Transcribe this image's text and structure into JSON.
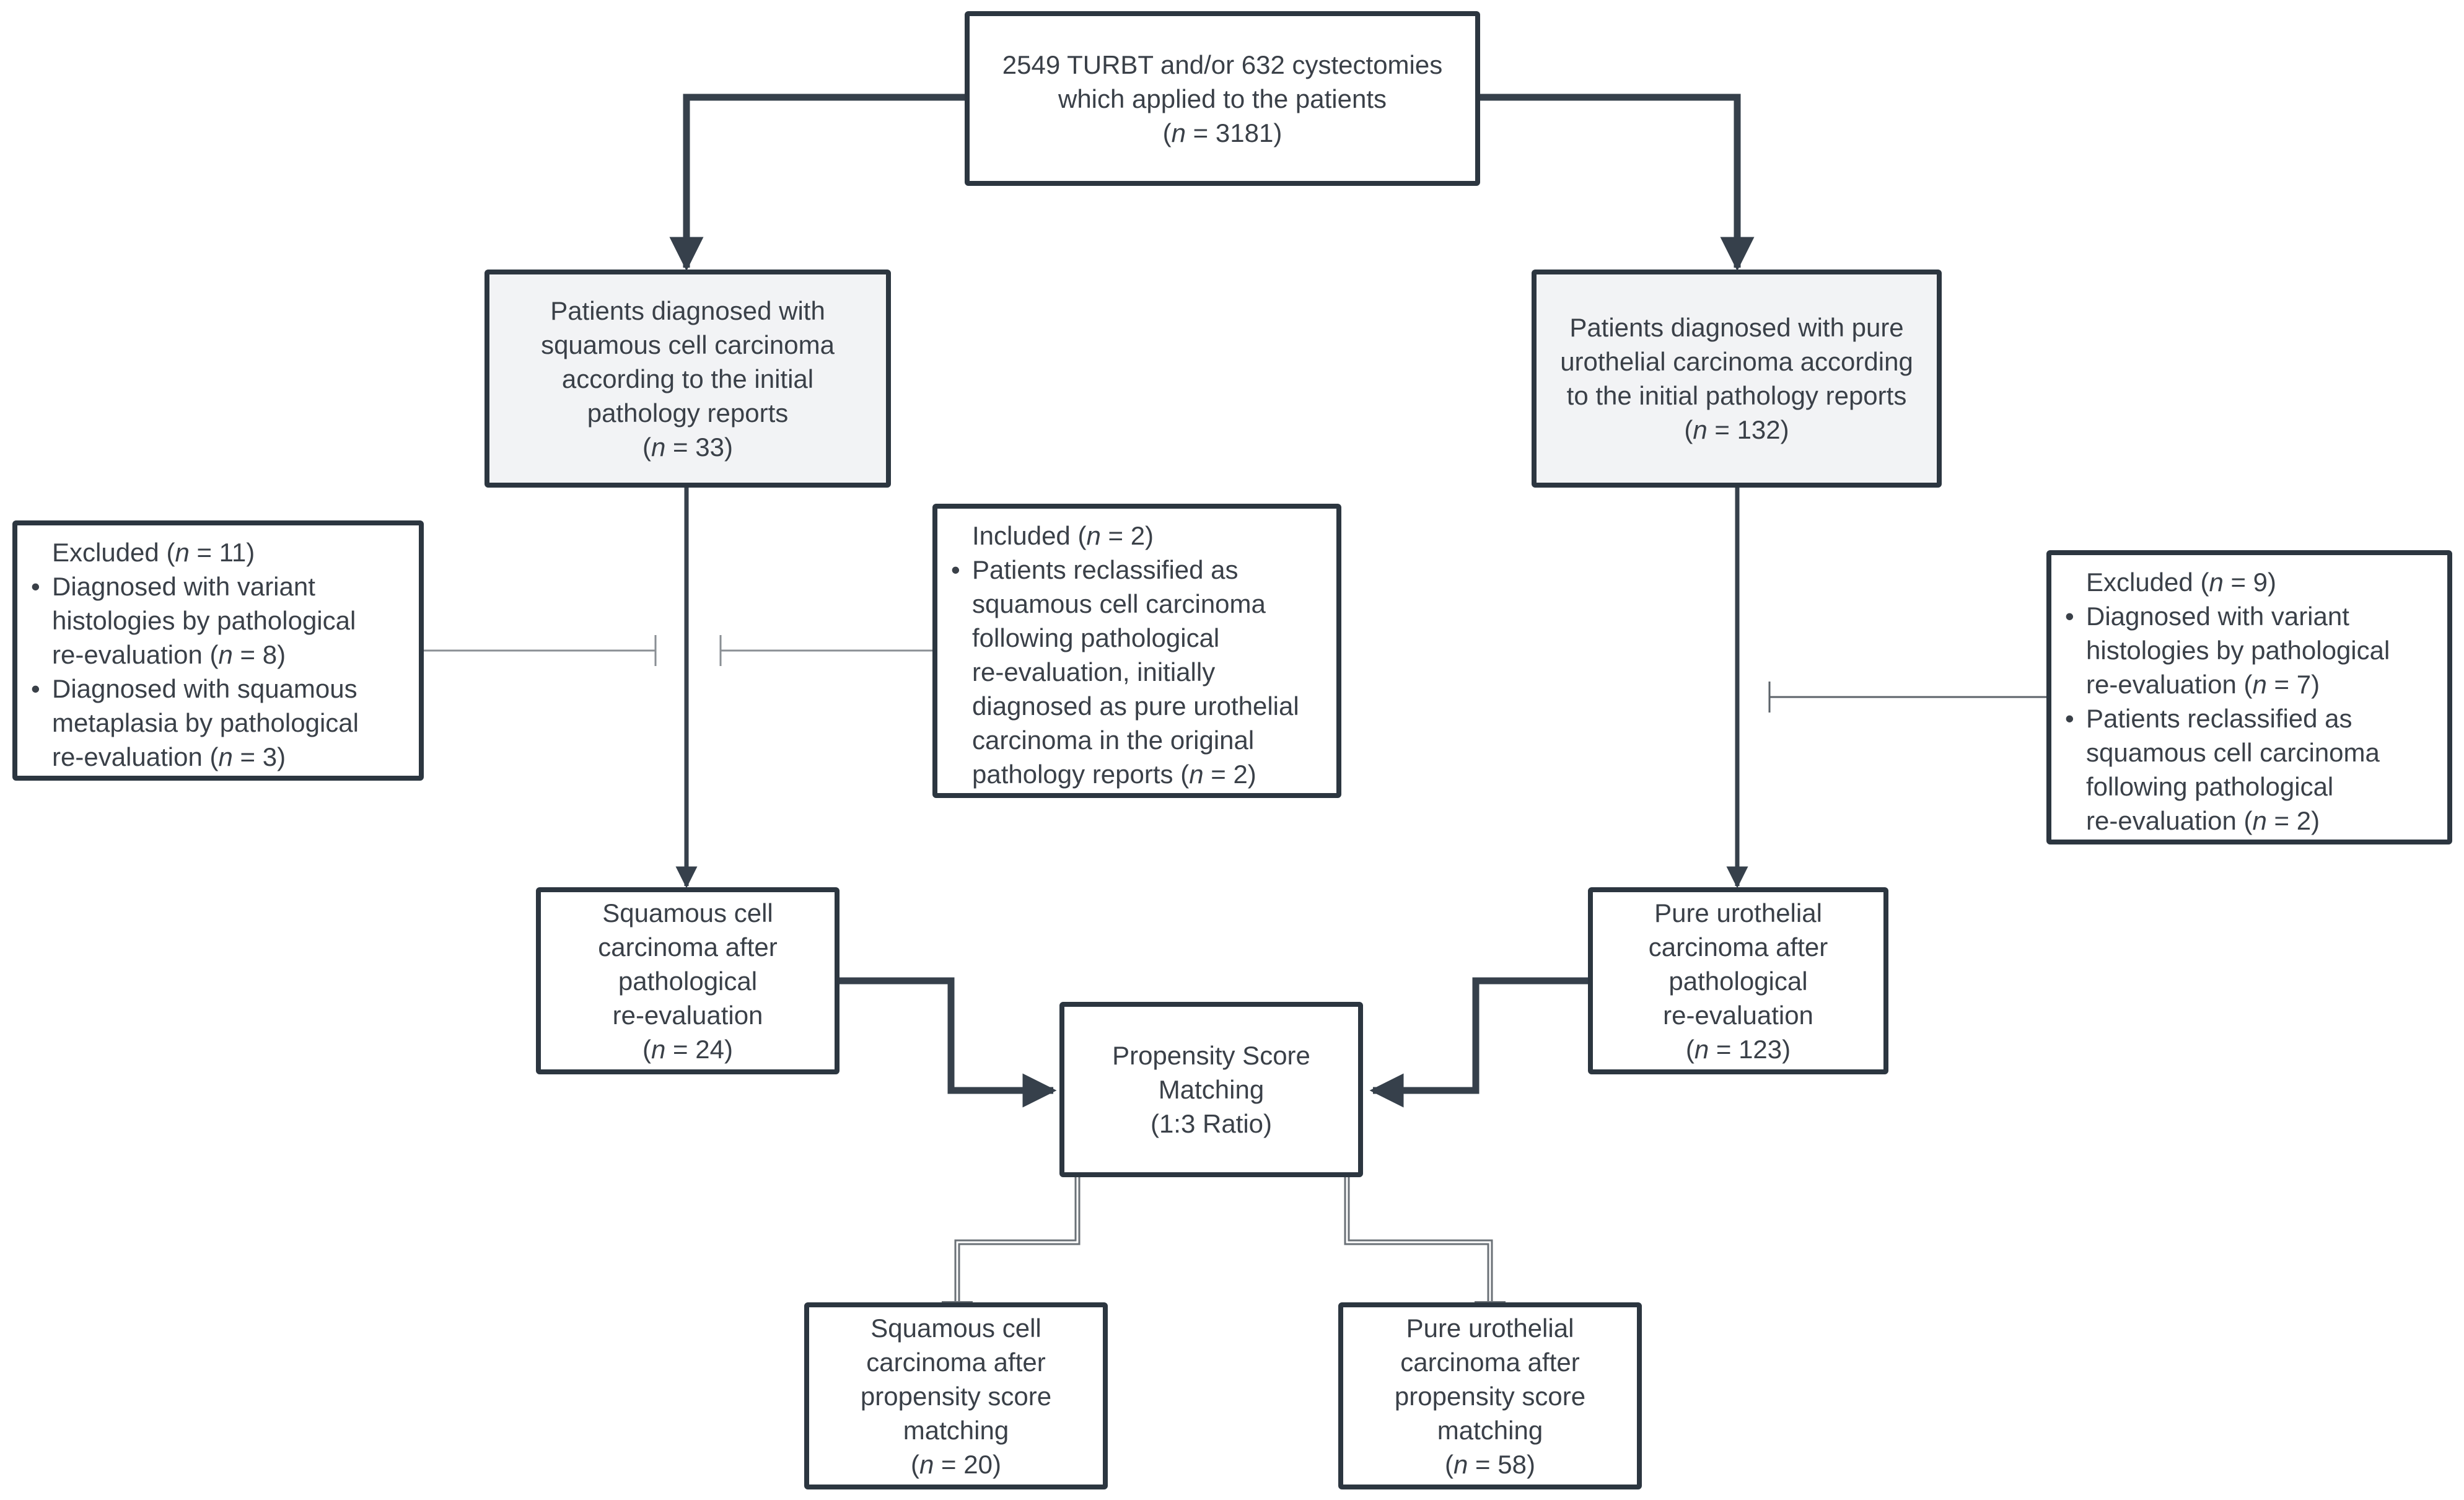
{
  "colors": {
    "box_border": "#2c3640",
    "arrow": "#36404b",
    "thin_connector": "#8a8f94",
    "shaded_fill": "#f2f3f5"
  },
  "nodes": {
    "top": {
      "lines": [
        "2549 TURBT and/or 632 cystectomies",
        "which applied to the patients"
      ],
      "count": "3181"
    },
    "scc_initial": {
      "lines": [
        "Patients diagnosed with",
        "squamous cell carcinoma",
        "according to the initial",
        "pathology reports"
      ],
      "count": "33"
    },
    "uc_initial": {
      "lines": [
        "Patients diagnosed with pure",
        "urothelial carcinoma according",
        "to the initial  pathology reports"
      ],
      "count": "132"
    },
    "excluded_left": {
      "header": "Excluded",
      "count": "11",
      "items": [
        {
          "lines": [
            "Diagnosed with variant",
            "histologies by pathological",
            "re-evaluation"
          ],
          "count": "8"
        },
        {
          "lines": [
            "Diagnosed with squamous",
            "metaplasia by pathological",
            "re-evaluation"
          ],
          "count": "3"
        }
      ]
    },
    "included_mid": {
      "header": "Included",
      "count": "2",
      "items": [
        {
          "lines": [
            "Patients reclassified as",
            "squamous cell carcinoma",
            "following pathological",
            "re-evaluation, initially",
            "diagnosed as pure urothelial",
            "carcinoma in the original",
            "pathology reports"
          ],
          "count": "2"
        }
      ]
    },
    "excluded_right": {
      "header": "Excluded",
      "count": "9",
      "items": [
        {
          "lines": [
            "Diagnosed with variant",
            "histologies by pathological",
            "re-evaluation"
          ],
          "count": "7"
        },
        {
          "lines": [
            "Patients reclassified as",
            "squamous cell carcinoma",
            "following pathological",
            "re-evaluation"
          ],
          "count": "2"
        }
      ]
    },
    "scc_after": {
      "lines": [
        "Squamous cell",
        "carcinoma after",
        "pathological",
        "re-evaluation"
      ],
      "count": "24"
    },
    "uc_after": {
      "lines": [
        "Pure urothelial",
        "carcinoma after",
        "pathological",
        "re-evaluation"
      ],
      "count": "123"
    },
    "psm": {
      "lines": [
        "Propensity Score",
        "Matching",
        "(1:3 Ratio)"
      ]
    },
    "scc_matched": {
      "lines": [
        "Squamous cell",
        "carcinoma after",
        "propensity score",
        "matching"
      ],
      "count": "20"
    },
    "uc_matched": {
      "lines": [
        "Pure urothelial",
        "carcinoma after",
        "propensity score",
        "matching"
      ],
      "count": "58"
    }
  }
}
